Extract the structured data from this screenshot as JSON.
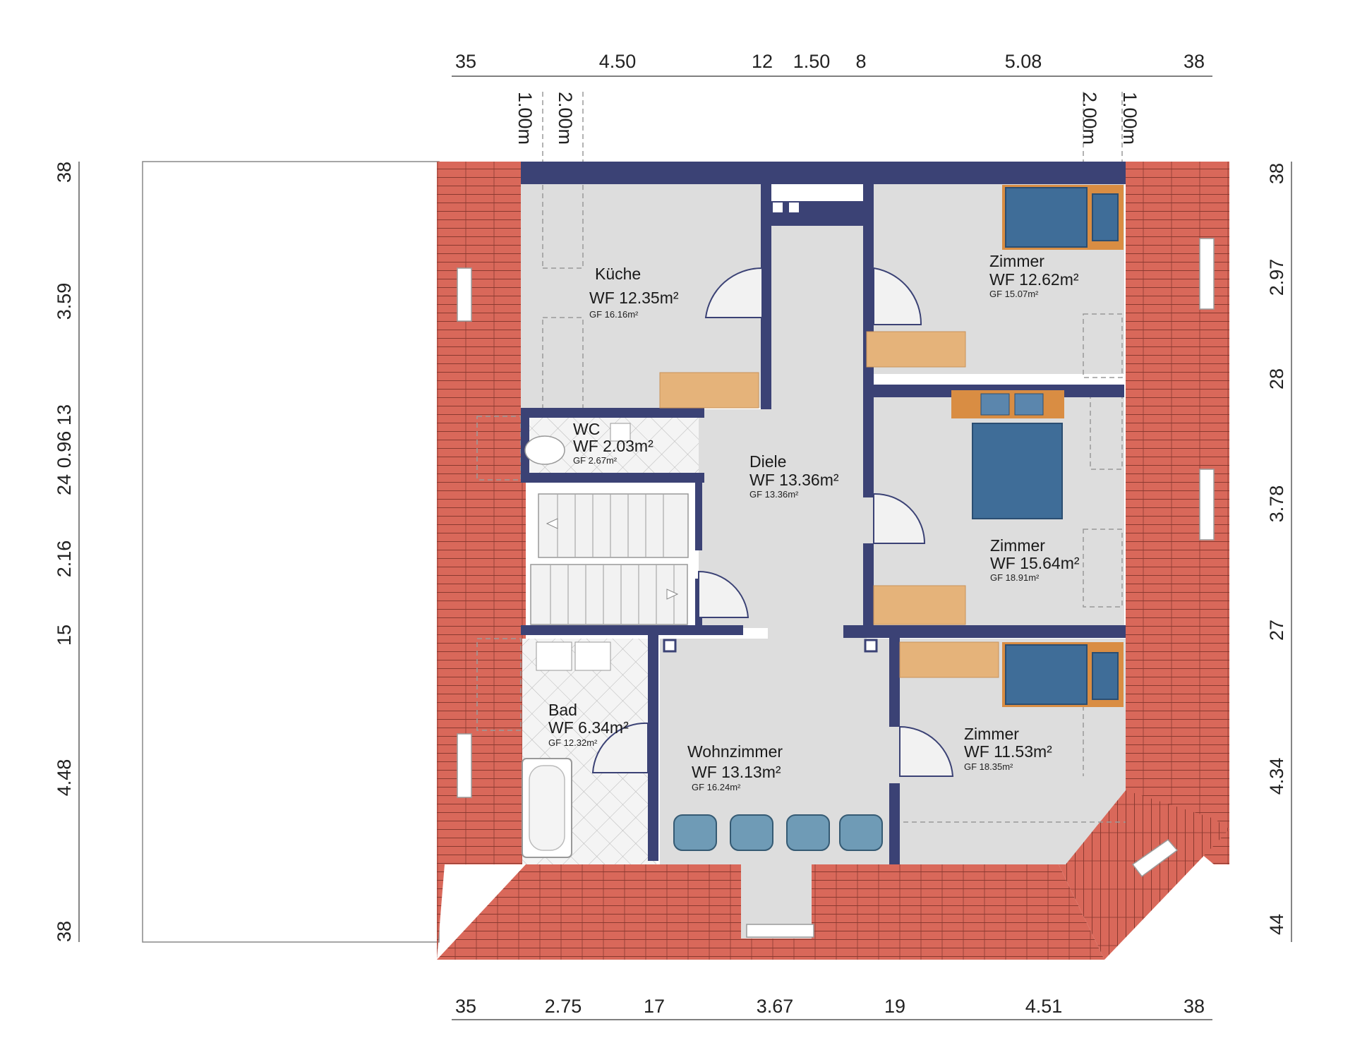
{
  "dimensions": {
    "top": [
      "35",
      "4.50",
      "12",
      "1.50",
      "8",
      "5.08",
      "38"
    ],
    "top_vertical": [
      "1.00m",
      "2.00m",
      "2.00m",
      "1.00m"
    ],
    "bottom": [
      "35",
      "2.75",
      "17",
      "3.67",
      "19",
      "4.51",
      "38"
    ],
    "left": [
      "38",
      "3.59",
      "13",
      "0.96",
      "24",
      "2.16",
      "15",
      "4.48",
      "38"
    ],
    "right": [
      "38",
      "2.97",
      "28",
      "3.78",
      "27",
      "4.34",
      "44"
    ]
  },
  "rooms": [
    {
      "name": "Küche",
      "wf": "WF 12.35m²",
      "gf": "GF 16.16m²"
    },
    {
      "name": "WC",
      "wf": "WF 2.03m²",
      "gf": "GF 2.67m²"
    },
    {
      "name": "Diele",
      "wf": "WF 13.36m²",
      "gf": "GF 13.36m²"
    },
    {
      "name": "Zimmer",
      "wf": "WF 12.62m²",
      "gf": "GF 15.07m²"
    },
    {
      "name": "Zimmer",
      "wf": "WF 15.64m²",
      "gf": "GF 18.91m²"
    },
    {
      "name": "Bad",
      "wf": "WF 6.34m²",
      "gf": "GF 12.32m²"
    },
    {
      "name": "Wohnzimmer",
      "wf": "WF 13.13m²",
      "gf": "GF 16.24m²"
    },
    {
      "name": "Zimmer",
      "wf": "WF 11.53m²",
      "gf": "GF 18.35m²"
    }
  ],
  "colors": {
    "wall": "#3b4275",
    "roof": "#d9685a",
    "floor": "#dddddd",
    "furniture_wood": "#e5b37a",
    "bedding": "#3f6d98",
    "chair": "#6f9bb6"
  }
}
